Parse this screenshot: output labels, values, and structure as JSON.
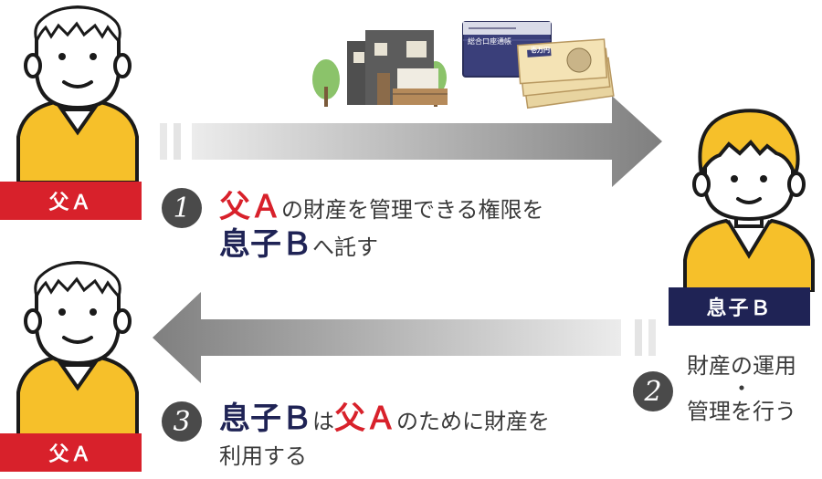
{
  "people": {
    "father_top_label": "父Ａ",
    "father_bottom_label": "父Ａ",
    "son_label": "息子Ｂ"
  },
  "steps": {
    "one": {
      "num": "1",
      "father": "父Ａ",
      "line1_rest": "の財産を管理できる権限を",
      "son": "息子Ｂ",
      "line2_rest": "へ託す"
    },
    "two": {
      "num": "2",
      "line1": "財産の運用",
      "dot": "・",
      "line2": "管理を行う"
    },
    "three": {
      "num": "3",
      "son": "息子Ｂ",
      "ha": "は",
      "father": "父Ａ",
      "line1_rest": "のために財産を",
      "line2": "利用する"
    }
  },
  "passbook": {
    "title": "総合口座通帳"
  },
  "banknote": {
    "denomination": "壱万円"
  },
  "colors": {
    "red": "#d8212b",
    "navy": "#1f2355",
    "sweater": "#f6c02a",
    "arrow": "#8a8a8a",
    "number_circle": "#4a4a4a"
  },
  "icons": {
    "house": "house-icon",
    "passbook": "bankbook-icon",
    "money": "banknotes-icon",
    "father": "elderly-man-icon",
    "son": "young-man-icon"
  }
}
